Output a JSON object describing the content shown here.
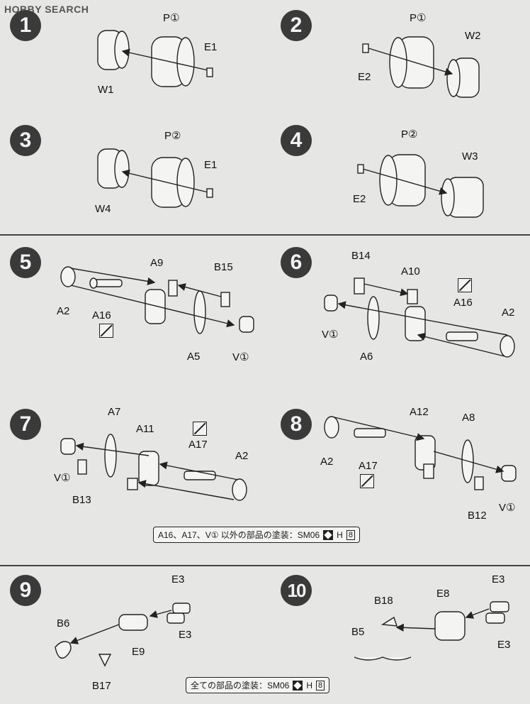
{
  "watermark": "HOBBY SEARCH",
  "steps": {
    "s1": {
      "num": "1",
      "labels": {
        "part": "P①",
        "front": "E1",
        "wheel": "W1"
      }
    },
    "s2": {
      "num": "2",
      "labels": {
        "part": "P①",
        "front": "E2",
        "wheel": "W2"
      }
    },
    "s3": {
      "num": "3",
      "labels": {
        "part": "P②",
        "front": "E1",
        "wheel": "W4"
      }
    },
    "s4": {
      "num": "4",
      "labels": {
        "part": "P②",
        "front": "E2",
        "wheel": "W3"
      }
    },
    "s5": {
      "num": "5",
      "labels": {
        "a": "A9",
        "b": "B15",
        "c": "A2",
        "d": "A16",
        "e": "A5",
        "f": "V①"
      }
    },
    "s6": {
      "num": "6",
      "labels": {
        "a": "B14",
        "b": "A10",
        "c": "A16",
        "d": "A2",
        "e": "V①",
        "f": "A6"
      }
    },
    "s7": {
      "num": "7",
      "labels": {
        "a": "A7",
        "b": "A11",
        "c": "A17",
        "d": "A2",
        "e": "V①",
        "f": "B13"
      }
    },
    "s8": {
      "num": "8",
      "labels": {
        "a": "A12",
        "b": "A8",
        "c": "A2",
        "d": "A17",
        "e": "B12",
        "f": "V①"
      }
    },
    "s9": {
      "num": "9",
      "labels": {
        "a": "E3",
        "b": "B6",
        "c": "E3",
        "d": "E9",
        "e": "B17"
      }
    },
    "s10": {
      "num": "10",
      "labels": {
        "a": "E3",
        "b": "B18",
        "c": "E8",
        "d": "B5",
        "e": "E3"
      }
    }
  },
  "notes": {
    "middle": {
      "text": "A16、A17、V① 以外の部品の塗装：SM06",
      "code": "H",
      "num": "8"
    },
    "bottom": {
      "text": "全ての部品の塗装：SM06",
      "code": "H",
      "num": "8"
    }
  },
  "icons": [
    "no-paint-icon",
    "paint-chip-icon"
  ]
}
